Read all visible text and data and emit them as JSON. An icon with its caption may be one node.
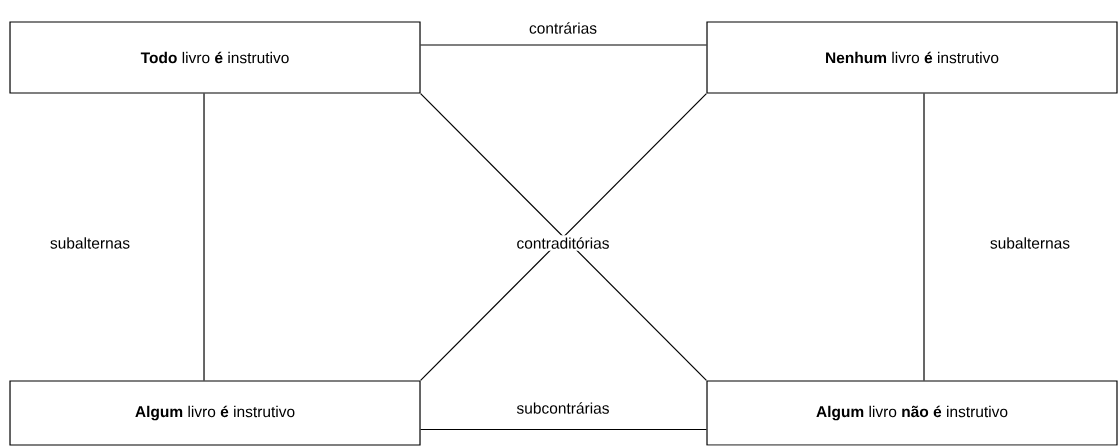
{
  "diagram": {
    "nodes": [
      {
        "text": [
          "**Todo** livro **é** instrutivo"
        ]
      },
      {
        "text": [
          "**Nenhum** livro **é** instrutivo"
        ]
      },
      {
        "text": [
          "**Algum** livro **é** instrutivo"
        ]
      },
      {
        "text": [
          "**Algum** livro **não é** instrutivo"
        ]
      }
    ],
    "edges": [
      {
        "from": 0,
        "to": 1,
        "arrow": "none",
        "label": "contrárias"
      },
      {
        "from": 0,
        "to": 2,
        "arrow": "none",
        "label": "subalternas"
      },
      {
        "from": 1,
        "to": 3,
        "arrow": "none",
        "label": "subalternas"
      },
      {
        "from": 0,
        "to": 3,
        "arrow": "none",
        "label": "contraditórias"
      },
      {
        "from": 1,
        "to": 2,
        "arrow": "none"
      },
      {
        "from": 2,
        "to": 3,
        "arrow": "none",
        "label": "subcontrárias"
      }
    ]
  }
}
